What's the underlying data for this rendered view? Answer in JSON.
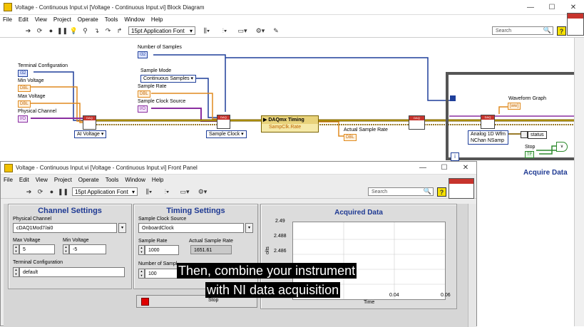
{
  "block_diagram": {
    "title": "Voltage - Continuous Input.vi [Voltage - Continuous Input.vi] Block Diagram",
    "menu": [
      "File",
      "Edit",
      "View",
      "Project",
      "Operate",
      "Tools",
      "Window",
      "Help"
    ],
    "font": "15pt Application Font",
    "search_placeholder": "Search",
    "labels": {
      "number_of_samples": "Number of Samples",
      "terminal_configuration": "Terminal Configuration",
      "min_voltage": "Min Voltage",
      "max_voltage": "Max Voltage",
      "physical_channel": "Physical Channel",
      "sample_mode": "Sample Mode",
      "sample_rate": "Sample Rate",
      "sample_clock_source": "Sample Clock Source",
      "waveform_graph": "Waveform Graph",
      "actual_sample_rate": "Actual Sample Rate",
      "stop": "Stop",
      "acquire_data": "Acquire Data"
    },
    "constants": {
      "i32": "I32",
      "dbl": "DBL",
      "tf": "TF"
    },
    "rings": {
      "sample_mode_value": "Continuous Samples",
      "ai_voltage": "AI Voltage",
      "sample_clock": "Sample Clock",
      "timing_node_title": "DAQmx Timing",
      "timing_property": "SampClk.Rate",
      "read_mode_line1": "Analog 1D Wfm",
      "read_mode_line2": "NChan NSamp",
      "status": "status"
    },
    "loop_index": "i"
  },
  "front_panel": {
    "title": "Voltage - Continuous Input.vi [Voltage - Continuous Input.vi] Front Panel",
    "menu": [
      "File",
      "Edit",
      "View",
      "Project",
      "Operate",
      "Tools",
      "Window",
      "Help"
    ],
    "font": "15pt Application Font",
    "search_placeholder": "Search",
    "channel_settings": {
      "title": "Channel Settings",
      "physical_channel_label": "Physical Channel",
      "physical_channel_value": "cDAQ1Mod7/ai0",
      "max_voltage_label": "Max Voltage",
      "max_voltage_value": "5",
      "min_voltage_label": "Min Voltage",
      "min_voltage_value": "-5",
      "terminal_configuration_label": "Terminal Configuration",
      "terminal_configuration_value": "default"
    },
    "timing_settings": {
      "title": "Timing Settings",
      "sample_clock_source_label": "Sample Clock Source",
      "sample_clock_source_value": "OnboardClock",
      "sample_rate_label": "Sample Rate",
      "sample_rate_value": "1000",
      "actual_sample_rate_label": "Actual Sample Rate",
      "actual_sample_rate_value": "1651.61",
      "number_of_samples_label": "Number of Sampl",
      "number_of_samples_value": "100"
    },
    "graph": {
      "title": "Acquired Data",
      "y_ticks": [
        "2.49",
        "2.488",
        "2.486"
      ],
      "x_ticks": [
        "0.04",
        "0.06"
      ],
      "y_label": "olts",
      "x_label": "Time"
    },
    "stop_label": "Stop"
  },
  "caption": {
    "line1": "Then, combine your instrument",
    "line2": "with NI data acquisition"
  },
  "colors": {
    "wire_orange": "#e08a1e",
    "wire_blue": "#1f3f9a",
    "wire_purple": "#8a2ea0",
    "wire_yellow": "#c9a000",
    "loop_border": "#555555",
    "cluster_title": "#1f3a93"
  }
}
